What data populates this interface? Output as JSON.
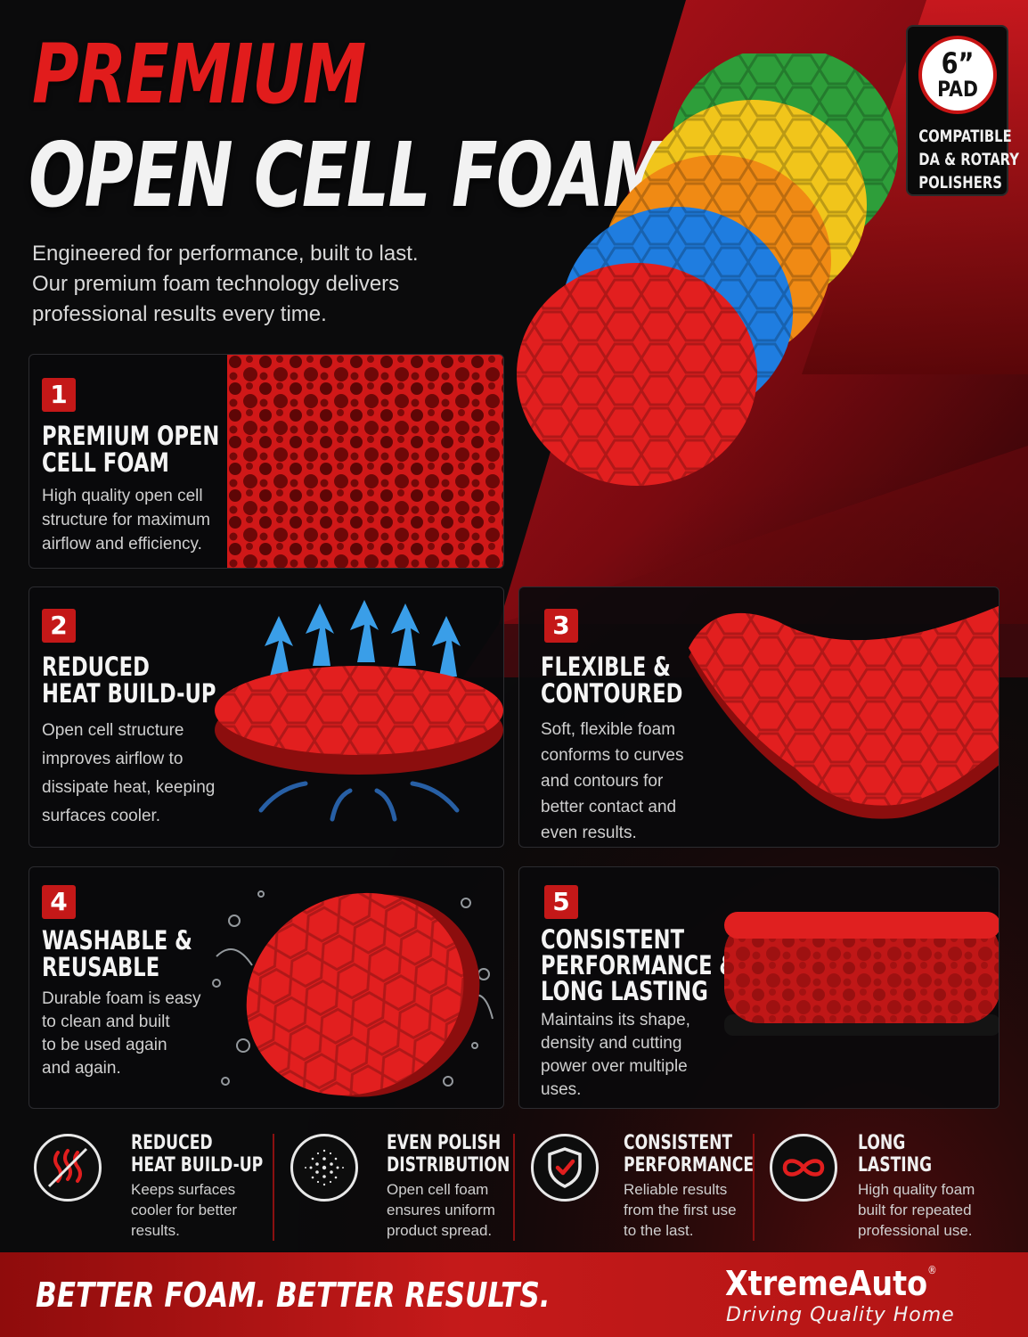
{
  "colors": {
    "accent_red": "#c41818",
    "headline_red": "#e11c1c",
    "background": "#0b0b0c",
    "pad_colors": [
      "#2e9e3a",
      "#f1c51b",
      "#f08a14",
      "#1f7de0",
      "#e21f1f"
    ]
  },
  "header": {
    "line1": "PREMIUM",
    "line2": "OPEN CELL FOAM",
    "intro_lines": [
      "Engineered for performance, built to last.",
      "Our premium foam technology delivers",
      "professional results every time."
    ]
  },
  "badge": {
    "size": "6”",
    "label": "PAD",
    "text_lines": [
      "COMPATIBLE",
      "DA & ROTARY",
      "POLISHERS"
    ]
  },
  "cards": [
    {
      "number": "1",
      "title_lines": [
        "PREMIUM OPEN",
        "CELL FOAM"
      ],
      "desc_lines": [
        "High quality open cell",
        "structure for maximum",
        "airflow and efficiency."
      ]
    },
    {
      "number": "2",
      "title_lines": [
        "REDUCED",
        "HEAT BUILD-UP"
      ],
      "desc_lines": [
        "Open cell structure",
        "improves airflow to",
        "dissipate heat, keeping",
        "surfaces cooler."
      ]
    },
    {
      "number": "3",
      "title_lines": [
        "FLEXIBLE &",
        "CONTOURED"
      ],
      "desc_lines": [
        "Soft, flexible foam",
        "conforms to curves",
        "and contours for",
        "better contact and",
        "even results."
      ]
    },
    {
      "number": "4",
      "title_lines": [
        "WASHABLE &",
        "REUSABLE"
      ],
      "desc_lines": [
        "Durable foam is easy",
        "to clean and built",
        "to be used again",
        "and again."
      ]
    },
    {
      "number": "5",
      "title_lines": [
        "CONSISTENT",
        "PERFORMANCE &",
        "LONG LASTING"
      ],
      "desc_lines": [
        "Maintains its shape,",
        "density and cutting",
        "power over multiple",
        "uses."
      ]
    }
  ],
  "features": [
    {
      "icon": "heat-waves-icon",
      "title_lines": [
        "REDUCED",
        "HEAT BUILD-UP"
      ],
      "desc_lines": [
        "Keeps surfaces",
        "cooler for better",
        "results."
      ]
    },
    {
      "icon": "dot-spread-icon",
      "title_lines": [
        "EVEN POLISH",
        "DISTRIBUTION"
      ],
      "desc_lines": [
        "Open cell foam",
        "ensures uniform",
        "product spread."
      ]
    },
    {
      "icon": "shield-check-icon",
      "title_lines": [
        "CONSISTENT",
        "PERFORMANCE"
      ],
      "desc_lines": [
        "Reliable results",
        "from the first use",
        "to the last."
      ]
    },
    {
      "icon": "infinity-icon",
      "title_lines": [
        "LONG",
        "LASTING"
      ],
      "desc_lines": [
        "High quality foam",
        "built for repeated",
        "professional use."
      ]
    }
  ],
  "footer": {
    "tagline": "BETTER FOAM. BETTER RESULTS.",
    "brand": "XtremeAuto",
    "registered": "®",
    "slogan": "Driving Quality Home"
  }
}
